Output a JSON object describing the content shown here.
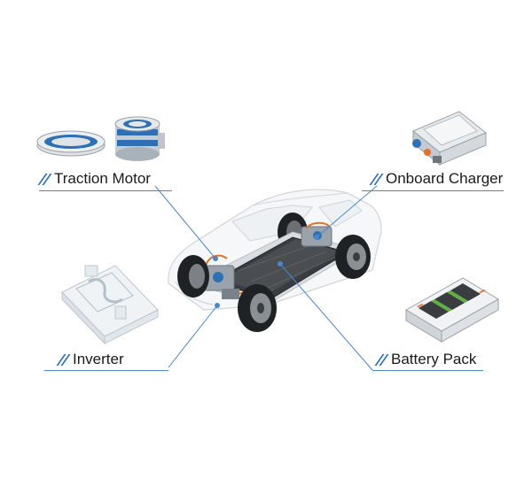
{
  "labels": {
    "traction_motor": "Traction Motor",
    "onboard_charger": "Onboard Charger",
    "inverter": "Inverter",
    "battery_pack": "Battery Pack"
  },
  "colors": {
    "accent": "#2f6fb3",
    "leader_line": "#4a86c8",
    "battery_dark": "#3a3d40",
    "wire_orange": "#e0702a"
  },
  "icons": [
    "traction-motor-icon",
    "onboard-charger-icon",
    "inverter-icon",
    "battery-pack-icon",
    "ev-chassis-illustration"
  ]
}
